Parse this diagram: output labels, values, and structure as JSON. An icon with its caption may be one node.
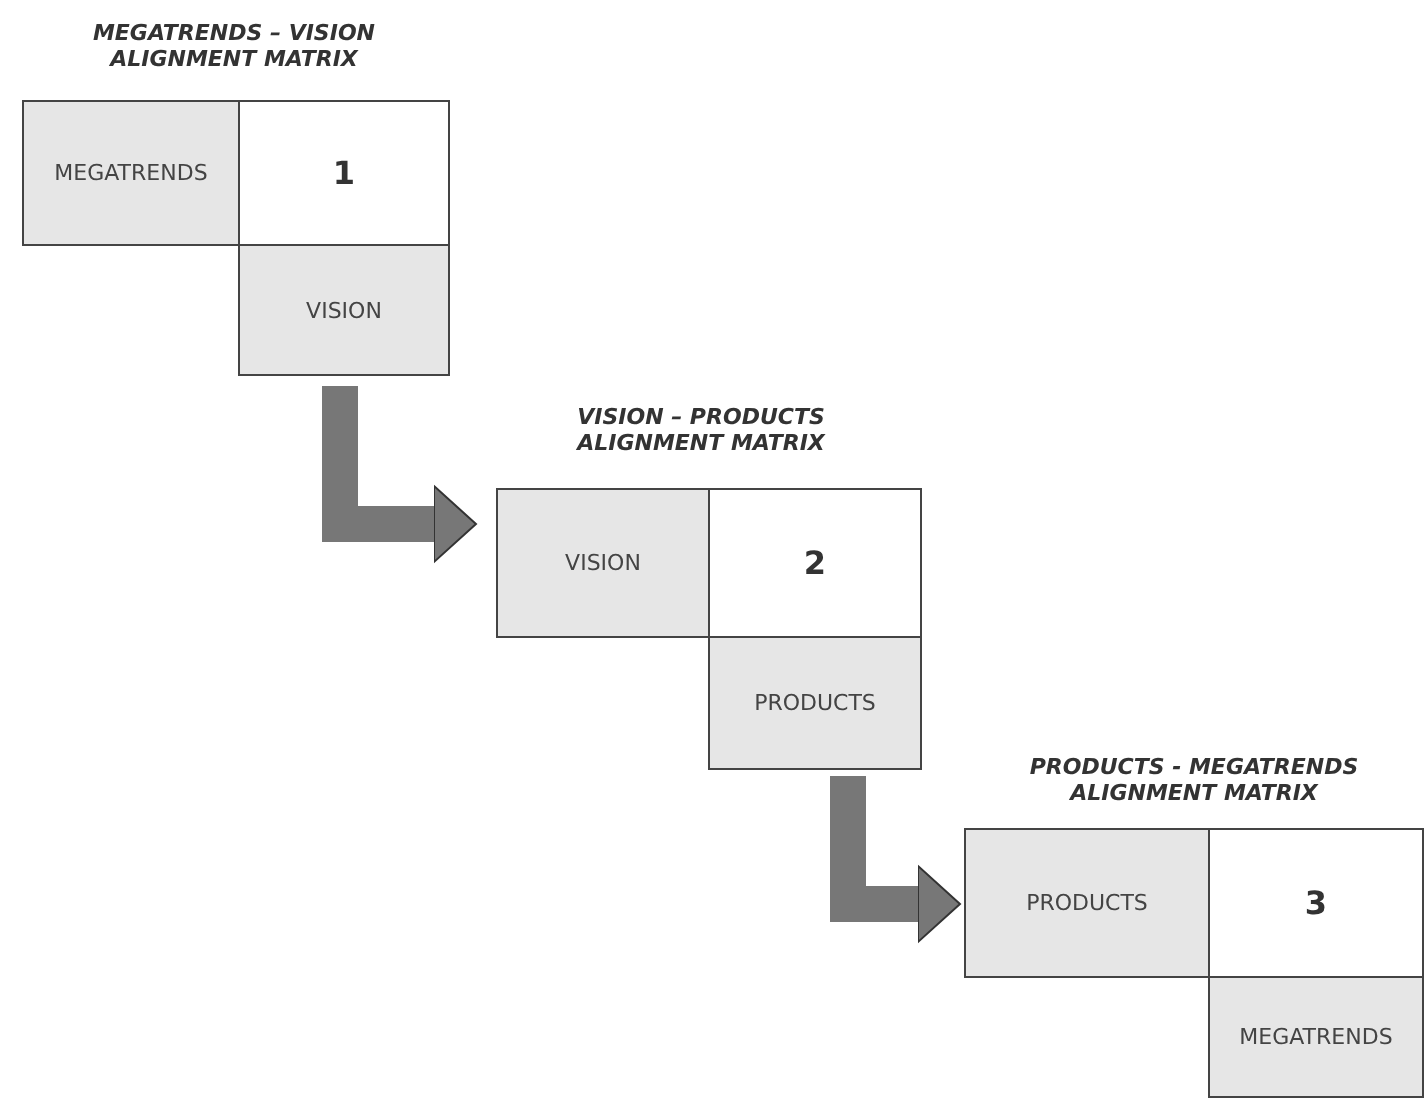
{
  "diagram": {
    "nodes": [
      {
        "text": [
          "MEGATRENDS – VISION ALIGNMENT MATRIX"
        ]
      },
      {
        "text": [
          "MEGATRENDS"
        ],
        "in": 0
      },
      {
        "text": [
          "1"
        ],
        "in": 0
      },
      {
        "text": [
          "VISION"
        ],
        "in": 0
      },
      {
        "text": [
          "VISION – PRODUCTS ALIGNMENT MATRIX"
        ]
      },
      {
        "text": [
          "VISION"
        ],
        "in": 4
      },
      {
        "text": [
          "2"
        ],
        "in": 4
      },
      {
        "text": [
          "PRODUCTS"
        ],
        "in": 4
      },
      {
        "text": [
          "PRODUCTS - MEGATRENDS ALIGNMENT MATRIX"
        ]
      },
      {
        "text": [
          "PRODUCTS"
        ],
        "in": 8
      },
      {
        "text": [
          "3"
        ],
        "in": 8
      },
      {
        "text": [
          "MEGATRENDS"
        ],
        "in": 8
      }
    ],
    "edges": [
      {
        "from": 0,
        "to": 4,
        "arrow": "to"
      },
      {
        "from": 4,
        "to": 8,
        "arrow": "to"
      }
    ]
  }
}
